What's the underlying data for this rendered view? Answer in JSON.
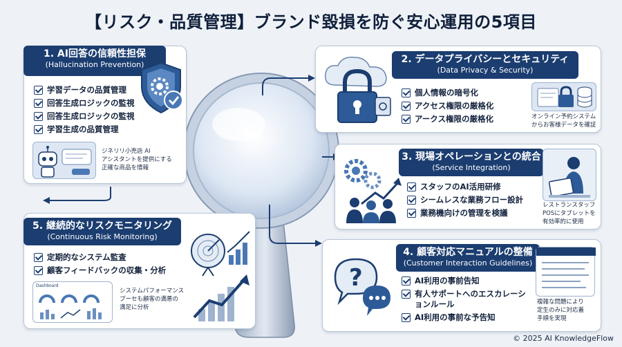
{
  "title": "【リスク・品質管理】ブランド毀損を防ぐ安心運用の5項目",
  "sections": [
    {
      "title_jp": "1. AI回答の信頼性担保",
      "title_en": "(Hallucination Prevention)",
      "items": [
        "学習データの品質管理",
        "回答生成ロジックの監視",
        "回答生成ロジックの監視",
        "学習生成の品質管理"
      ],
      "note": [
        "ジネリリ小売店 AI",
        "アシスタントを提供にする",
        "正確な商品を情報"
      ]
    },
    {
      "title_jp": "2. データプライバシーとセキュリティ",
      "title_en": "(Data Privacy & Security)",
      "items": [
        "個人情報の暗号化",
        "アクセス権限の厳格化",
        "アークス権限の厳格化"
      ],
      "note": [
        "オンライン予約システム",
        "からお客様データを確証"
      ]
    },
    {
      "title_jp": "3. 現場オペレーションとの統合",
      "title_en": "(Service Integration)",
      "items": [
        "スタッフのAI活用研修",
        "シームレスな業務フロー設計",
        "業務機向けの管理を検議"
      ],
      "note": [
        "レストランスタッフ",
        "POSにタブレットを",
        "有効率的に使用"
      ]
    },
    {
      "title_jp": "4. 顧客対応マニュアルの整備",
      "title_en": "(Customer Interaction Guidelines)",
      "items": [
        "AI利用の事前告知",
        "有人サポートへのエスカレーションルール",
        "AI利用の事前な予告知"
      ],
      "note": [
        "複雑な問題により",
        "定生のみに対応蓋",
        "手順を実現"
      ]
    },
    {
      "title_jp": "5. 継続的なリスクモニタリング",
      "title_en": "(Continuous Risk Monitoring)",
      "items": [
        "定期的なシステム監査",
        "顧客フィードバックの収集・分析"
      ],
      "note": [
        "システムパフォーマンス",
        "プーセも顧客の満悪の",
        "満足に分析"
      ],
      "dashboard_label": "Dashboard"
    }
  ],
  "footer": "© 2025 AI KnowledgeFlow",
  "colors": {
    "navy": "#1b3d70",
    "accent": "#4a78b5",
    "bg": "#eef2f7"
  }
}
